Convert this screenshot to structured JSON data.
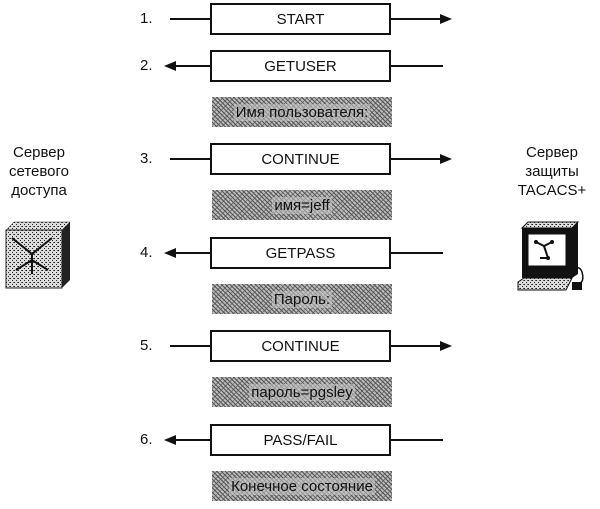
{
  "left_node": {
    "label_lines": [
      "Сервер",
      "сетевого",
      "доступа"
    ],
    "icon": "network-access-server-icon"
  },
  "right_node": {
    "label_lines": [
      "Сервер",
      "защиты",
      "TACACS+"
    ],
    "icon": "tacacs-server-computer-icon"
  },
  "steps": [
    {
      "number": "1.",
      "message": "START",
      "direction": "right",
      "payload": null
    },
    {
      "number": "2.",
      "message": "GETUSER",
      "direction": "left",
      "payload": "Имя пользователя:"
    },
    {
      "number": "3.",
      "message": "CONTINUE",
      "direction": "right",
      "payload": "имя=jeff"
    },
    {
      "number": "4.",
      "message": "GETPASS",
      "direction": "left",
      "payload": "Пароль:"
    },
    {
      "number": "5.",
      "message": "CONTINUE",
      "direction": "right",
      "payload": "пароль=pgsley"
    },
    {
      "number": "6.",
      "message": "PASS/FAIL",
      "direction": "left",
      "payload": "Конечное состояние"
    }
  ]
}
